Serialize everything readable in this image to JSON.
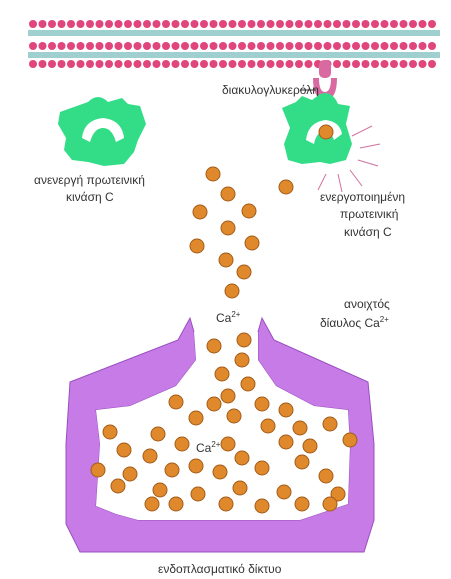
{
  "labels": {
    "diacylglycerol": "διακυλογλυκερόλη",
    "inactive_pkc_line1": "ανενεργή πρωτεινική",
    "inactive_pkc_line2": "κινάση C",
    "active_pkc_line1": "ενεργοποιημένη",
    "active_pkc_line2": "πρωτεινική",
    "active_pkc_line3": "κινάση C",
    "ca_channel_line1": "ανοιχτός",
    "ca_channel_line2": "δίαυλος Ca",
    "ca_channel_sup": "2+",
    "ca_ion": "Ca",
    "ca_ion_sup": "2+",
    "ca_ion_er": "Ca",
    "ca_ion_er_sup": "2+",
    "er": "ενδοπλασματικό δίκτυο"
  },
  "colors": {
    "membrane_head": "#e0457c",
    "membrane_tail": "#9fd0cf",
    "dag": "#d86aa1",
    "protein_kinase": "#33dd88",
    "calcium_ion": "#e0892c",
    "calcium_outline": "#a25c18",
    "er_membrane": "#c77be6",
    "activation_ray": "#d070a0"
  }
}
